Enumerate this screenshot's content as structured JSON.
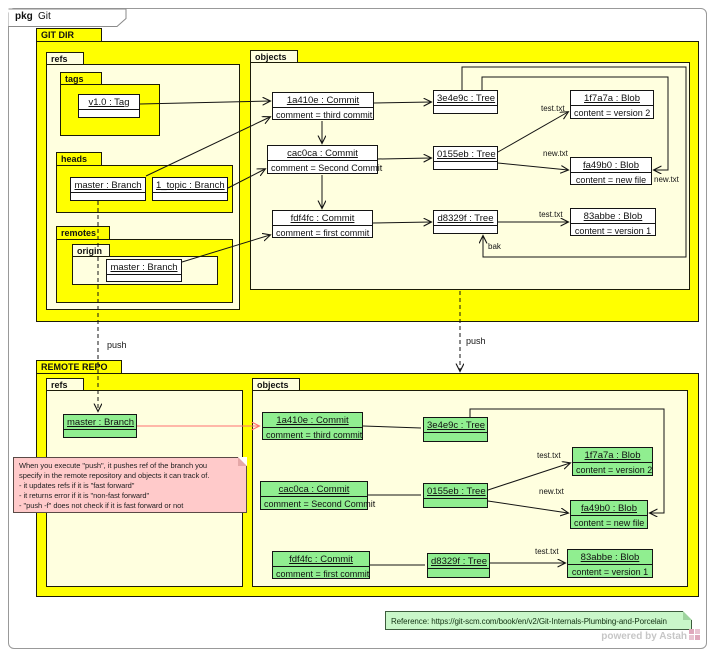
{
  "frame": {
    "keyword": "pkg",
    "title": "Git"
  },
  "git_dir": {
    "label": "GIT DIR",
    "refs": {
      "label": "refs",
      "tags": {
        "label": "tags",
        "tag_v1": {
          "name": "v1.0 : Tag"
        }
      },
      "heads": {
        "label": "heads",
        "master": {
          "name": "master : Branch"
        },
        "topic": {
          "name": "1_topic : Branch"
        }
      },
      "remotes": {
        "label": "remotes",
        "origin": {
          "label": "origin",
          "master": {
            "name": "master : Branch"
          }
        }
      }
    },
    "objects": {
      "label": "objects",
      "c1": {
        "name": "1a410e : Commit",
        "attr": "comment = third commit"
      },
      "c2": {
        "name": "cac0ca : Commit",
        "attr": "comment = Second Commit"
      },
      "c3": {
        "name": "fdf4fc : Commit",
        "attr": "comment = first commit"
      },
      "t1": {
        "name": "3e4e9c : Tree"
      },
      "t2": {
        "name": "0155eb : Tree"
      },
      "t3": {
        "name": "d8329f : Tree"
      },
      "b1": {
        "name": "1f7a7a : Blob",
        "attr": "content = version 2"
      },
      "b2": {
        "name": "fa49b0 : Blob",
        "attr": "content = new file"
      },
      "b3": {
        "name": "83abbe : Blob",
        "attr": "content = version 1"
      }
    }
  },
  "remote_repo": {
    "label": "REMOTE REPO",
    "refs": {
      "label": "refs",
      "master": {
        "name": "master : Branch"
      }
    },
    "objects": {
      "label": "objects",
      "c1": {
        "name": "1a410e : Commit",
        "attr": "comment = third commit"
      },
      "c2": {
        "name": "cac0ca : Commit",
        "attr": "comment = Second Commit"
      },
      "c3": {
        "name": "fdf4fc : Commit",
        "attr": "comment = first commit"
      },
      "t1": {
        "name": "3e4e9c : Tree"
      },
      "t2": {
        "name": "0155eb : Tree"
      },
      "t3": {
        "name": "d8329f : Tree"
      },
      "b1": {
        "name": "1f7a7a : Blob",
        "attr": "content = version 2"
      },
      "b2": {
        "name": "fa49b0 : Blob",
        "attr": "content = new file"
      },
      "b3": {
        "name": "83abbe : Blob",
        "attr": "content = version 1"
      }
    }
  },
  "edge_labels": {
    "push": "push",
    "test_txt": "test.txt",
    "new_txt": "new.txt",
    "bak": "bak"
  },
  "push_note": {
    "lines": [
      "When you execute \"push\", it pushes ref of the branch you",
      "specify in the remote repository and objects it can track of.",
      "- it updates refs if it is \"fast forward\"",
      "- it returns error if it is \"non-fast forward\"",
      "- \"push -f\" does not check if it is fast forward or not"
    ]
  },
  "reference_note": {
    "text": "Reference: https://git-scm.com/book/en/v2/Git-Internals-Plumbing-and-Porcelain"
  },
  "watermark": {
    "text": "powered by Astah"
  },
  "colors": {
    "package_yellow": "#ffff00",
    "body_cream": "#ffffdf",
    "node_green": "#90ee90",
    "note_pink": "#ffcaca",
    "note_green": "#c9f7c9",
    "push_arrow_red": "#ff7070"
  }
}
